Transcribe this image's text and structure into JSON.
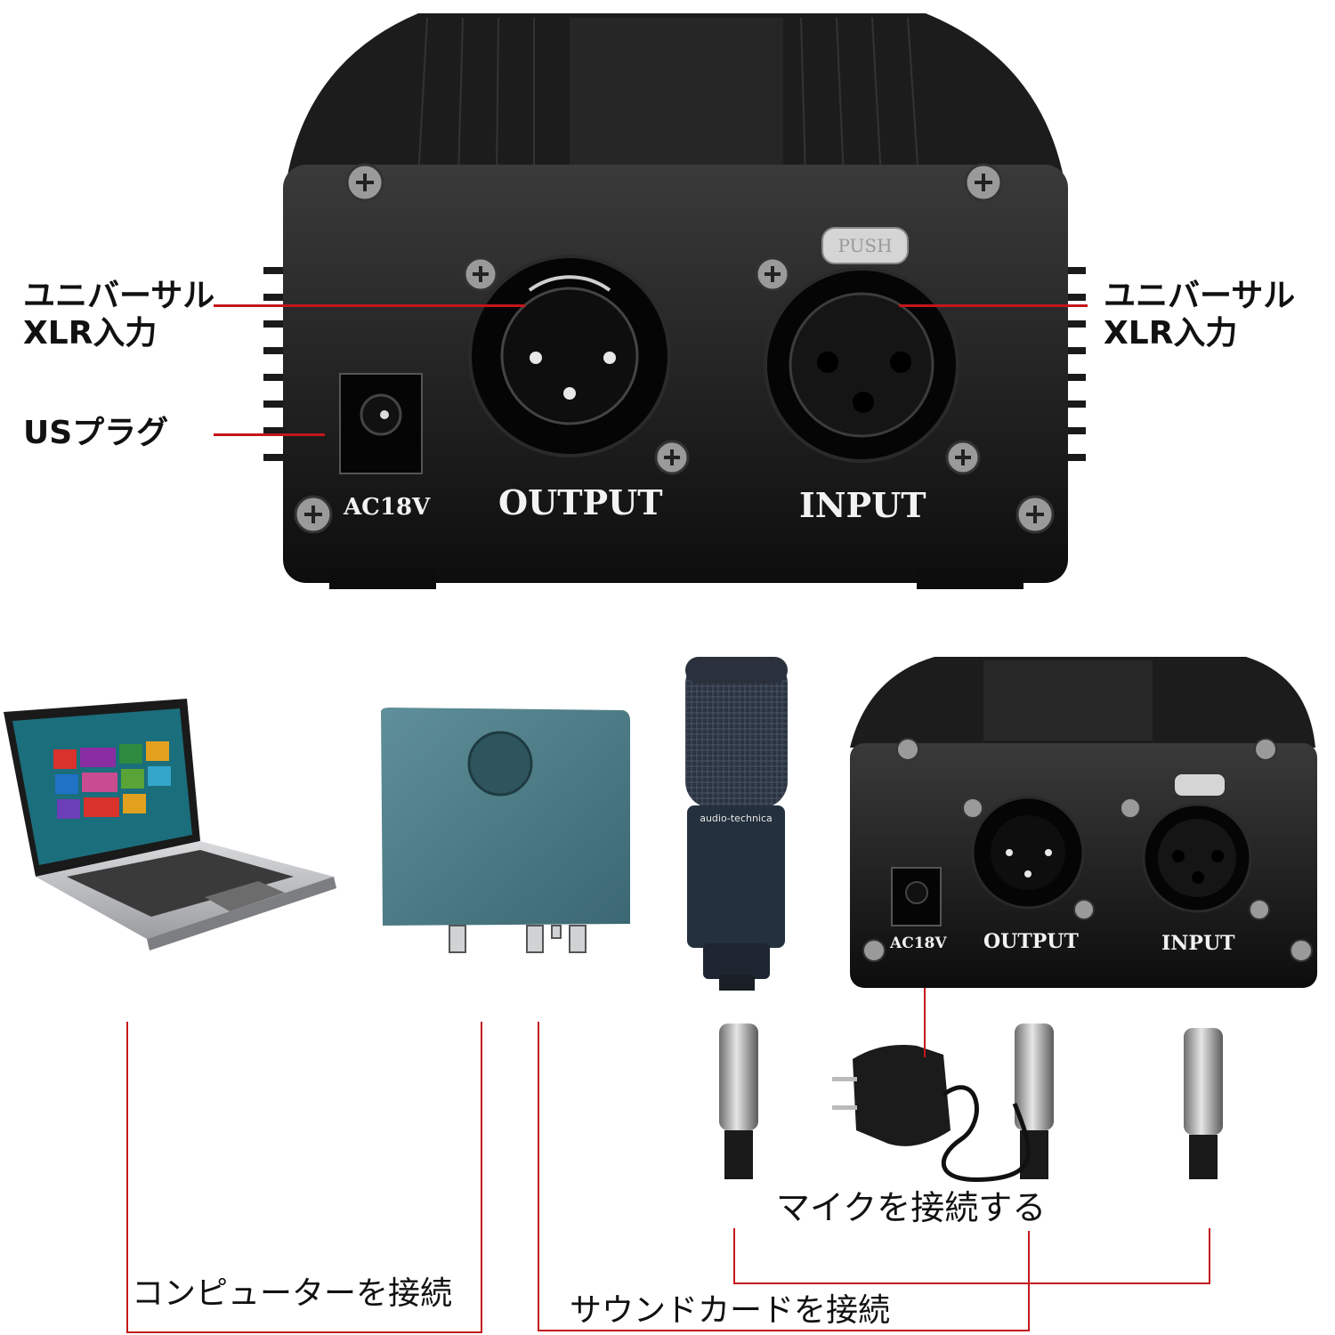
{
  "top_device": {
    "port_labels": {
      "power": "AC18V",
      "output": "OUTPUT",
      "input": "INPUT",
      "latch": "PUSH"
    }
  },
  "callouts": {
    "left_xlr": [
      "ユニバーサル",
      "XLR入力"
    ],
    "right_xlr": [
      "ユニバーサル",
      "XLR入力"
    ],
    "us_plug": "USプラグ"
  },
  "small_device": {
    "port_labels": {
      "power": "AC18V",
      "output": "OUTPUT",
      "input": "INPUT"
    }
  },
  "microphone": {
    "brand": "audio-technica"
  },
  "connection_labels": {
    "computer": "コンピューターを接続",
    "sound_card": "サウンドカードを接続",
    "microphone": "マイクを接続する"
  },
  "colors": {
    "device_body": "#141414",
    "callout_line": "#c4161c",
    "sound_card": "#4e7f8a"
  }
}
